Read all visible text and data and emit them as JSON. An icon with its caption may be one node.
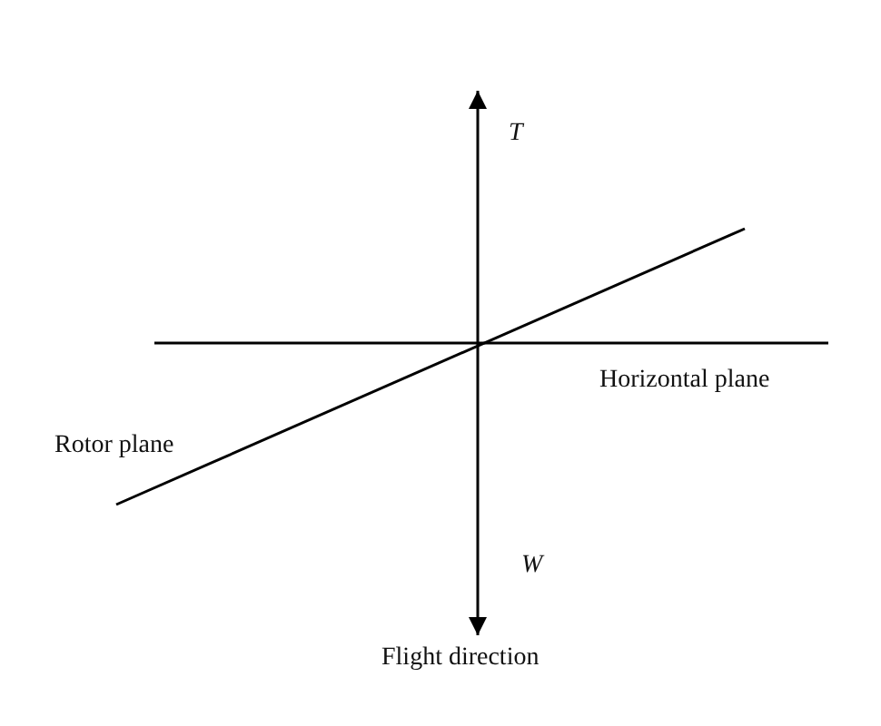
{
  "diagram": {
    "labels": [
      "T",
      "Horizontal plane",
      "Rotor plane",
      "W",
      "Flight direction"
    ]
  }
}
